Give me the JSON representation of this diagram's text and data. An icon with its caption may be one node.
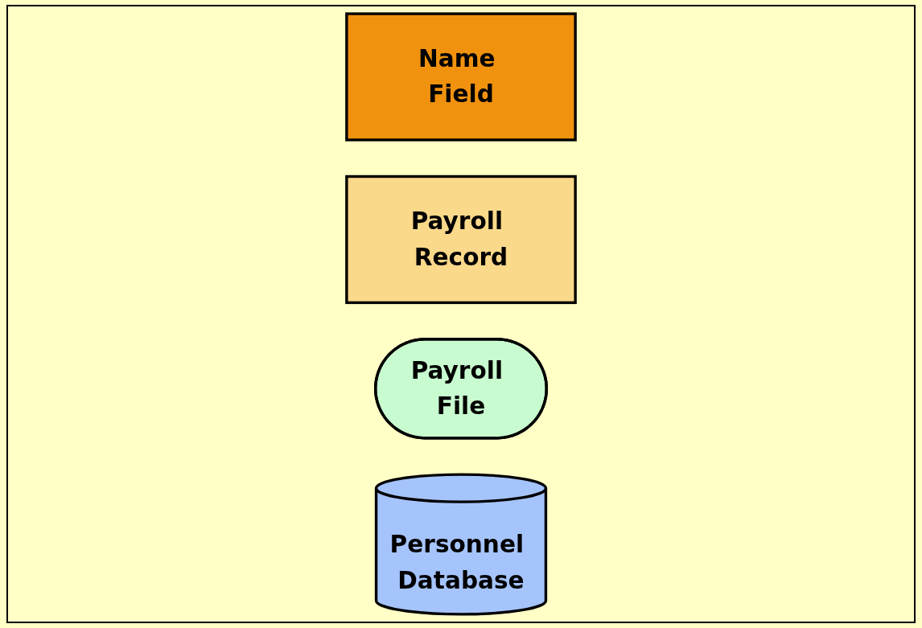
{
  "diagram": {
    "nodes": [
      {
        "text": [
          "Name Field"
        ]
      },
      {
        "text": [
          "Payroll Record"
        ]
      },
      {
        "text": [
          "Payroll File"
        ]
      },
      {
        "text": [
          "Personnel Database"
        ]
      }
    ],
    "edges": []
  }
}
